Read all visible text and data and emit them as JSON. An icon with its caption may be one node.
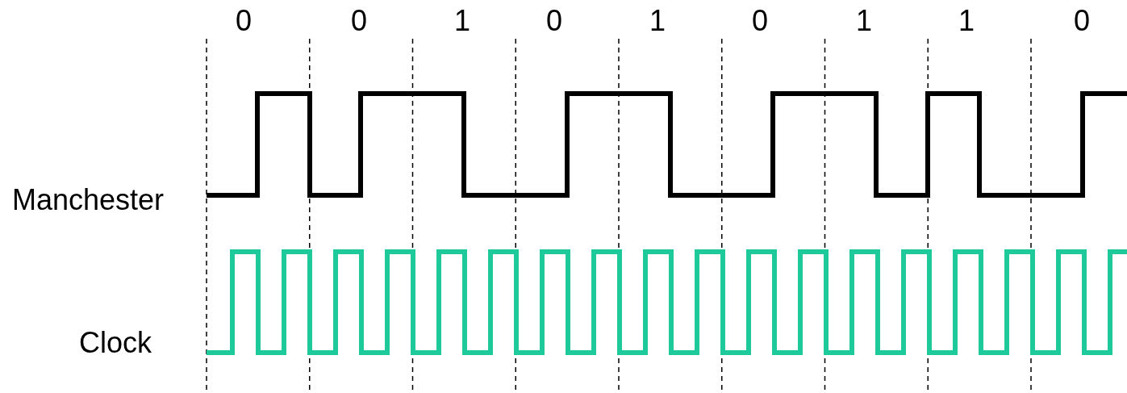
{
  "diagram": {
    "labels": [
      "0",
      "0",
      "1",
      "0",
      "1",
      "0",
      "1",
      "1",
      "0",
      "Manchester",
      "Clock"
    ]
  }
}
